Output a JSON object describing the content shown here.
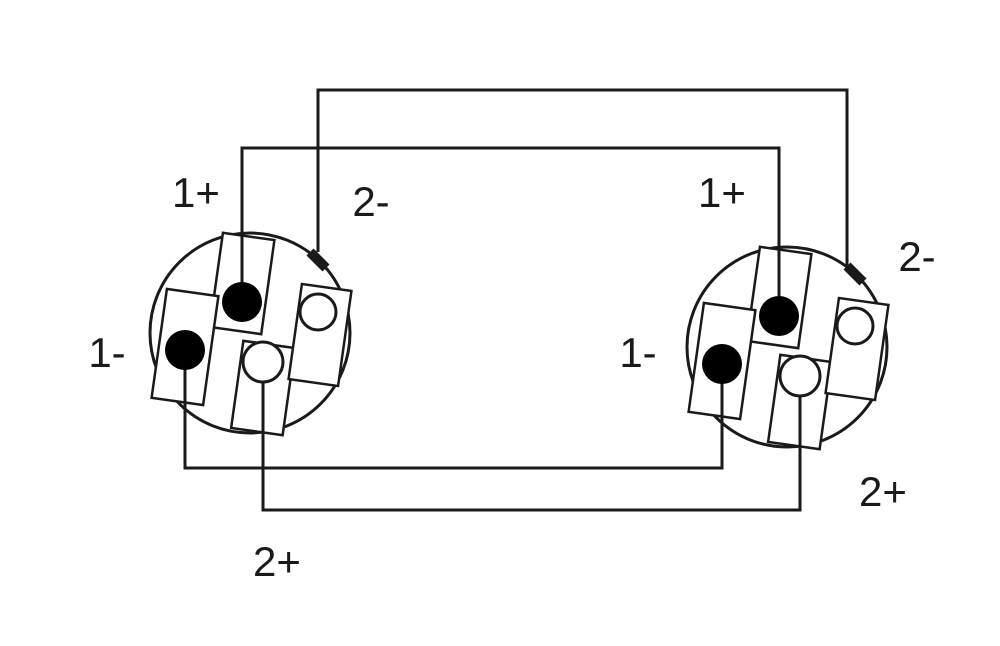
{
  "diagram": {
    "type": "speaker-cable-wiring-diagram",
    "colors": {
      "line": "#1a1a1a",
      "background": "#ffffff",
      "filled_terminal": "#000000"
    },
    "left_connector": {
      "pin_1_plus": "1+",
      "pin_1_minus": "1-",
      "pin_2_plus": "2+",
      "pin_2_minus": "2-"
    },
    "right_connector": {
      "pin_1_plus": "1+",
      "pin_1_minus": "1-",
      "pin_2_plus": "2+",
      "pin_2_minus": "2-"
    }
  }
}
